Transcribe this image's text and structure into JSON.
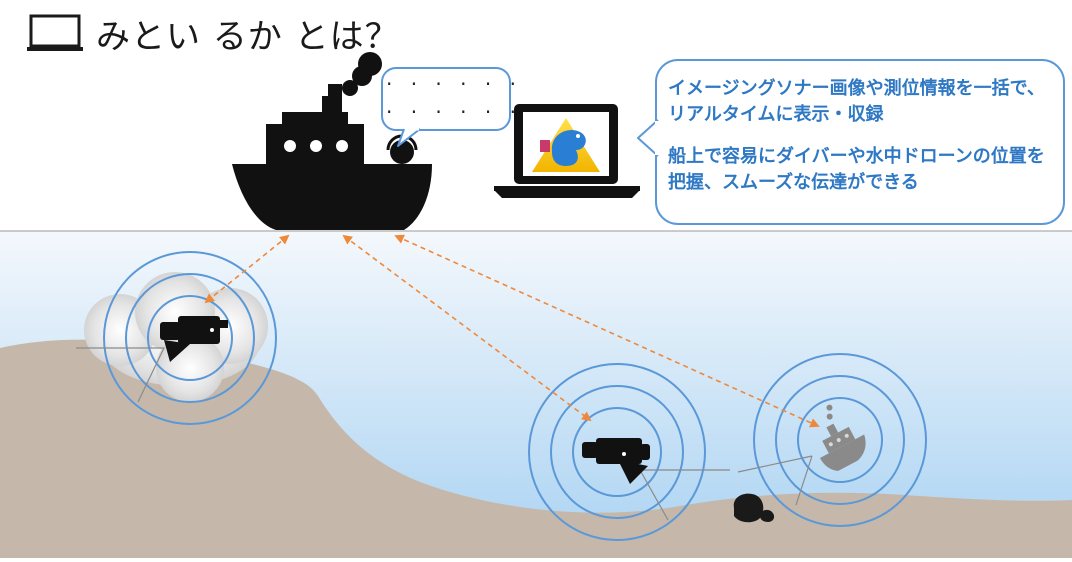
{
  "title": {
    "text": "みとい るか とは？",
    "icon": "laptop-icon"
  },
  "speech_bubble": {
    "line1": "· · · · · ·",
    "line2": "· · · · · ·"
  },
  "callout": {
    "line1": "イメージングソナー画像や測位情報を一括で、リアルタイムに表示・収録",
    "line2": "船上で容易にダイバーや水中ドローンの位置を把握、スムーズな伝達ができる"
  },
  "icons": {
    "ship": "ship-icon",
    "operator": "operator-headset-icon",
    "laptop": "laptop-icon",
    "drone": "underwater-drone-icon",
    "wreck": "shipwreck-icon",
    "rocks": "rocks-icon"
  },
  "colors": {
    "sonar_ring": "#5a98d8",
    "link_arrow": "#f0883a",
    "callout_text": "#2f78c4",
    "callout_border": "#5a98d8",
    "water_top": "#f4f8fc",
    "water_bottom": "#a9d2f2",
    "seabed": "#c5b8aa",
    "surface_line": "#9a9a9a"
  }
}
